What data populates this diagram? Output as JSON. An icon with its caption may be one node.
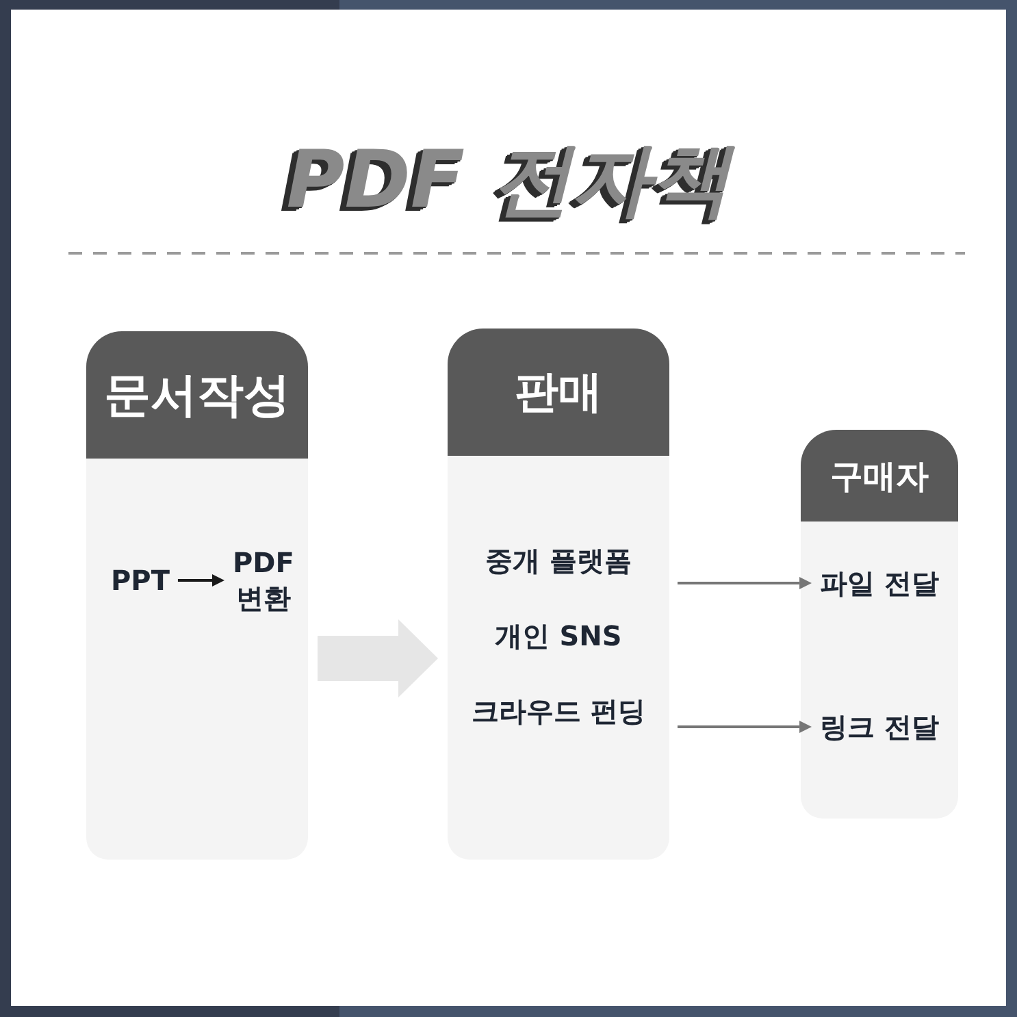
{
  "diagram": {
    "title": "PDF 전자책",
    "nodes": [
      {
        "text": [
          "문서작성"
        ]
      },
      {
        "text": [
          "PPT"
        ],
        "in": 0
      },
      {
        "text": [
          "PDF 변환"
        ],
        "in": 0
      },
      {
        "text": [
          "판매",
          "중개 플랫폼",
          "개인 SNS",
          "크라우드 펀딩"
        ]
      },
      {
        "text": [
          "구매자"
        ]
      },
      {
        "text": [
          "파일 전달"
        ],
        "in": 4
      },
      {
        "text": [
          "링크 전달"
        ],
        "in": 4
      }
    ],
    "edges": [
      {
        "from": 1,
        "to": 2,
        "arrow": "to",
        "color": "#1a1a1a"
      },
      {
        "from": 0,
        "to": 3,
        "arrow": "to",
        "style": "thick",
        "color": "#e6e6e6"
      },
      {
        "from": 3,
        "to": 5,
        "arrow": "to"
      },
      {
        "from": 3,
        "to": 6,
        "arrow": "to"
      }
    ]
  }
}
